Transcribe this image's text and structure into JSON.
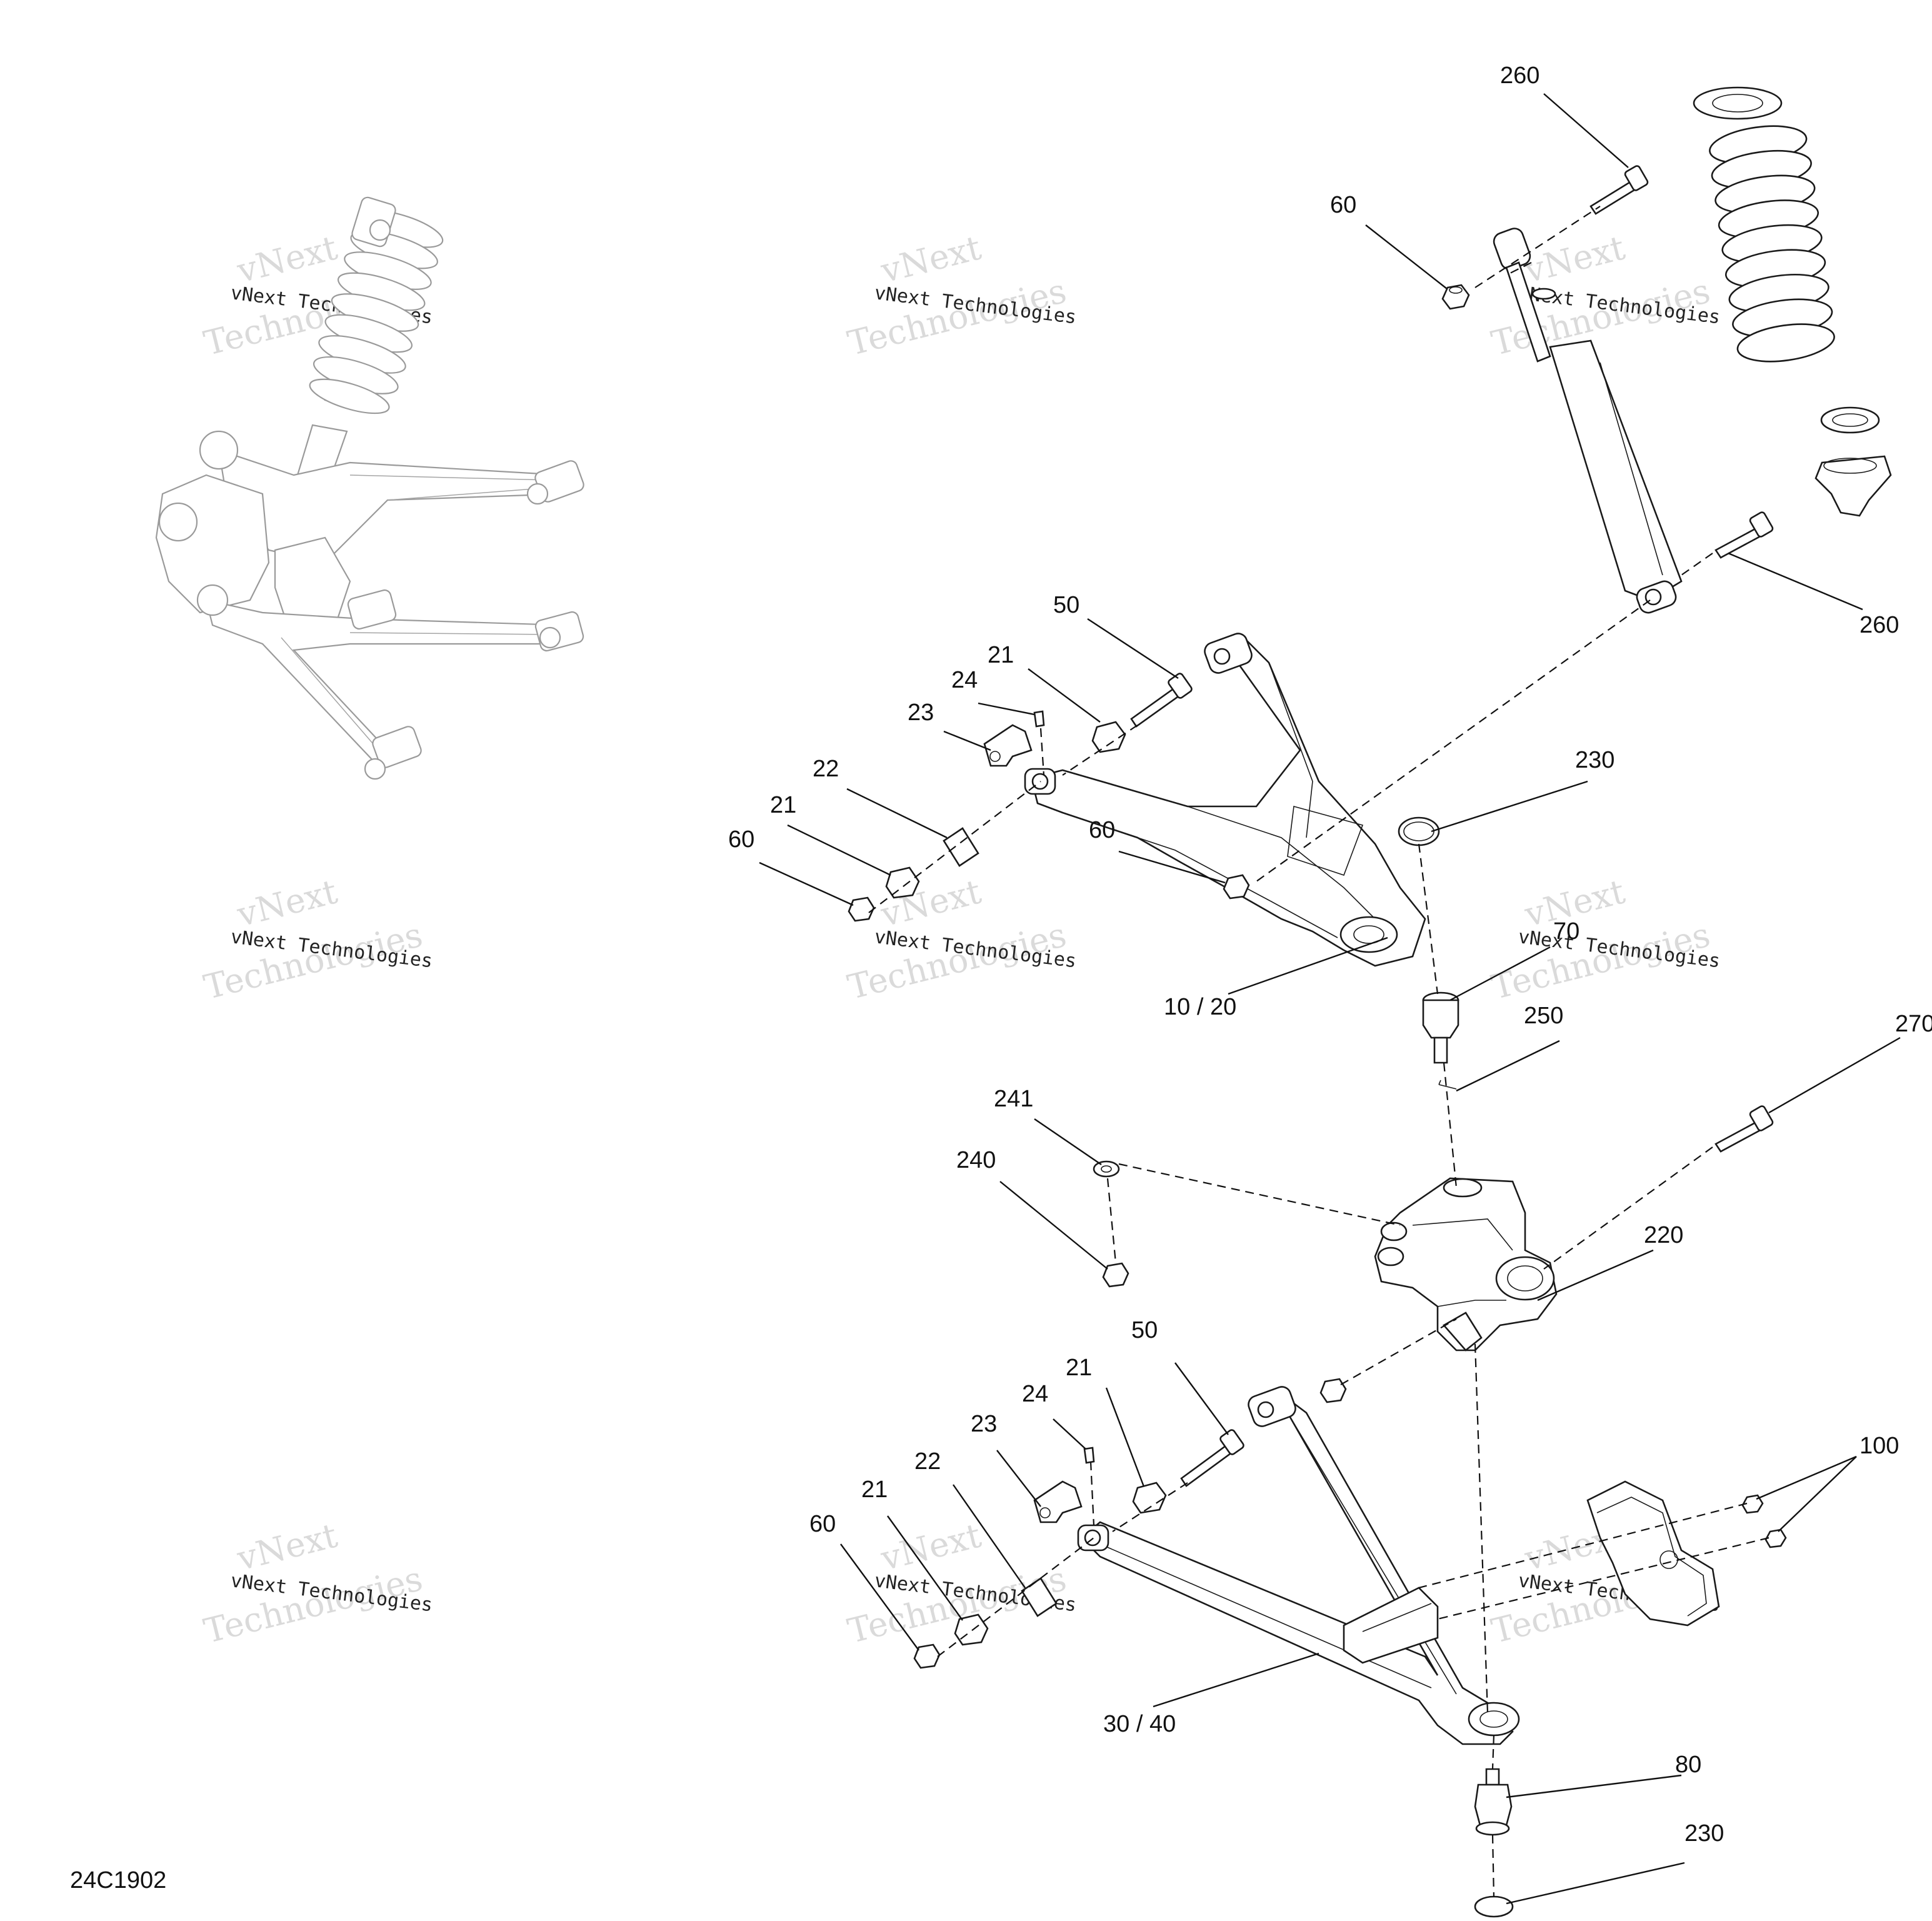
{
  "diagram_code": "24C1902",
  "watermark": {
    "line1": "vNext",
    "line2": "vNext Technologies",
    "line3": "Technologies"
  },
  "callouts": {
    "c260_top": "260",
    "c60_top": "60",
    "c260_right": "260",
    "c50_upper": "50",
    "c21_upper_a": "21",
    "c24_upper": "24",
    "c23_upper": "23",
    "c22_upper": "22",
    "c21_upper_b": "21",
    "c60_upper_left": "60",
    "c60_upper_mid": "60",
    "c230_upper": "230",
    "c10_20": "10 / 20",
    "c70": "70",
    "c250": "250",
    "c270": "270",
    "c241": "241",
    "c240": "240",
    "c220": "220",
    "c50_lower": "50",
    "c21_lower_a": "21",
    "c24_lower": "24",
    "c23_lower": "23",
    "c22_lower": "22",
    "c21_lower_b": "21",
    "c60_lower": "60",
    "c100": "100",
    "c30_40": "30 / 40",
    "c80": "80",
    "c230_lower": "230"
  }
}
